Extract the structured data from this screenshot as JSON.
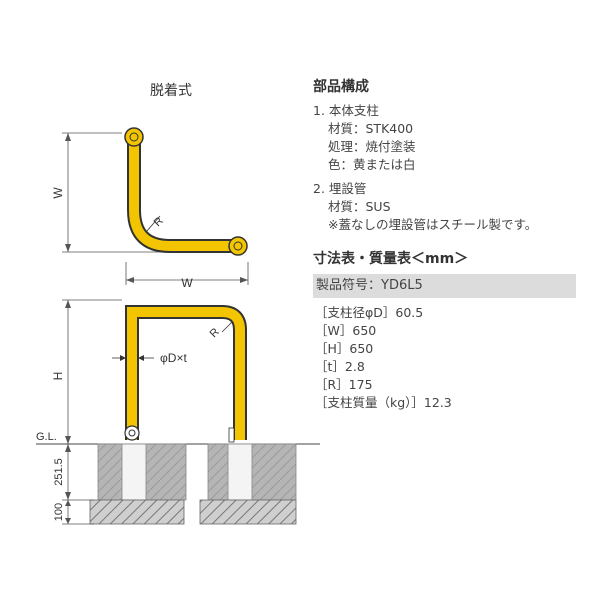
{
  "figure": {
    "caption": "脱着式",
    "dim_w_vertical": "W",
    "dim_w_horizontal": "W",
    "label_r_top": "R",
    "label_r_side": "R",
    "label_diameter": "φD×t",
    "label_h": "H",
    "label_gl": "G.L.",
    "label_depth": "251.5",
    "label_base": "100",
    "colors": {
      "bollard": "#f2c500",
      "outline": "#333333",
      "concrete": "#aaaaaa"
    }
  },
  "parts": {
    "heading": "部品構成",
    "item1_title": "1. 本体支柱",
    "item1_material": "材質：STK400",
    "item1_finish": "処理：焼付塗装",
    "item1_color": "色：黄または白",
    "item2_title": "2. 埋設管",
    "item2_material": "材質：SUS",
    "item2_note": "※蓋なしの埋設管はスチール製です。"
  },
  "table": {
    "heading": "寸法表・質量表＜mm＞",
    "model": "製品符号：YD6L5",
    "rows": [
      "［支柱径φD］60.5",
      "［W］650",
      "［H］650",
      "［t］2.8",
      "［R］175",
      "［支柱質量（kg）］12.3"
    ]
  }
}
